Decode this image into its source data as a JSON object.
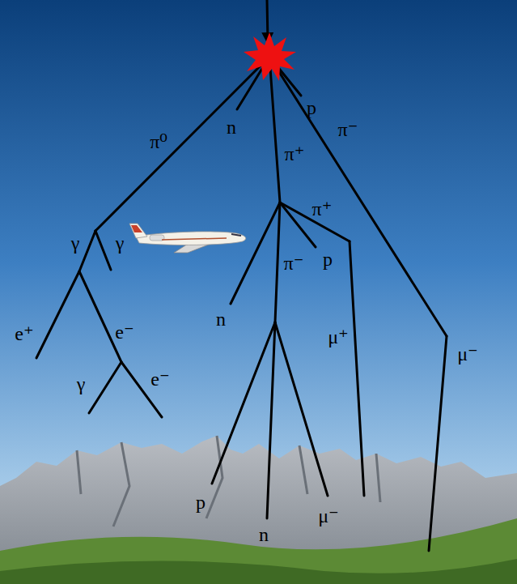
{
  "diagram": {
    "labels": [
      "π⁰",
      "n",
      "p",
      "π⁻",
      "π⁺",
      "γ",
      "γ",
      "π⁺",
      "π⁻",
      "p",
      "n",
      "e⁺",
      "e⁻",
      "μ⁺",
      "μ⁻",
      "γ",
      "e⁻",
      "p",
      "n",
      "μ⁻"
    ]
  }
}
